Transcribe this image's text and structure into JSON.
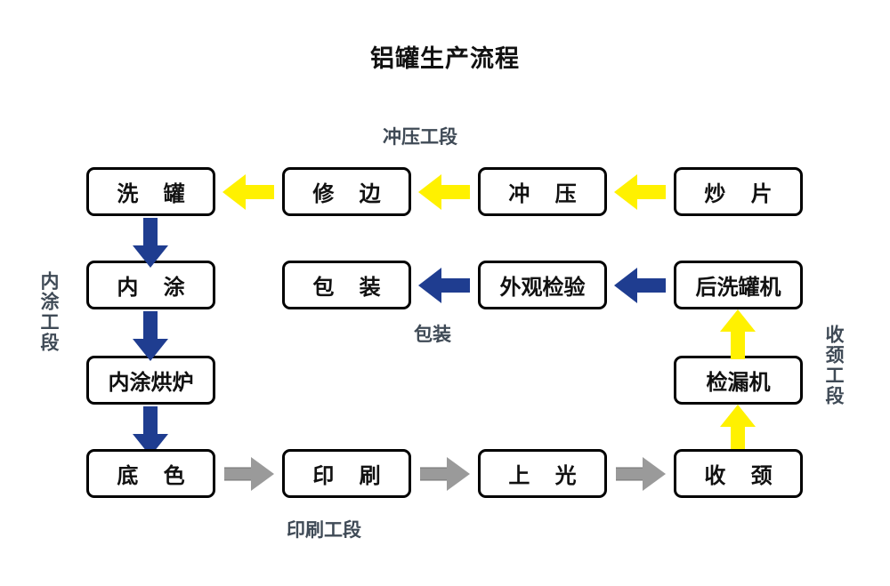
{
  "title": "铝罐生产流程",
  "colors": {
    "stamping_arrow": "#FFF100",
    "coating_arrow": "#1F3D90",
    "packaging_arrow": "#1F3D90",
    "printing_arrow": "#9A9A9A",
    "node_border": "#000000",
    "node_fill": "#FFFFFF",
    "stage_label": "#3F4A56",
    "background": "#FFFFFF"
  },
  "nodes": {
    "wash_can": "洗 罐",
    "trim": "修 边",
    "stamp": "冲 压",
    "cup_blank": "炒 片",
    "inner_coat": "内 涂",
    "pack": "包 装",
    "appearance_check": "外观检验",
    "post_washer": "后洗罐机",
    "inner_coat_oven": "内涂烘炉",
    "leak_tester": "检漏机",
    "base_color": "底 色",
    "print": "印 刷",
    "varnish": "上 光",
    "neck": "收 颈"
  },
  "stages": {
    "stamping": "冲压工段",
    "inner_coating": "内涂工段",
    "packaging": "包装",
    "necking": "收颈工段",
    "printing": "印刷工段"
  },
  "chart_data": {
    "type": "diagram",
    "title": "铝罐生产流程",
    "diagram_kind": "process-flowchart",
    "stages": [
      {
        "name": "冲压工段",
        "arrow_color": "#FFF100",
        "label_position": "top-center",
        "steps": [
          "炒 片",
          "冲 压",
          "修 边",
          "洗 罐"
        ]
      },
      {
        "name": "内涂工段",
        "arrow_color": "#1F3D90",
        "label_position": "left-vertical",
        "steps": [
          "洗 罐",
          "内 涂",
          "内涂烘炉",
          "底 色"
        ]
      },
      {
        "name": "印刷工段",
        "arrow_color": "#9A9A9A",
        "label_position": "bottom-center",
        "steps": [
          "底 色",
          "印 刷",
          "上 光",
          "收 颈"
        ]
      },
      {
        "name": "收颈工段",
        "arrow_color": "#FFF100",
        "label_position": "right-vertical",
        "steps": [
          "收 颈",
          "检漏机",
          "后洗罐机"
        ]
      },
      {
        "name": "包装",
        "arrow_color": "#1F3D90",
        "label_position": "mid-center",
        "steps": [
          "后洗罐机",
          "外观检验",
          "包 装"
        ]
      }
    ],
    "edges": [
      {
        "from": "炒 片",
        "to": "冲 压",
        "direction": "left",
        "color": "#FFF100"
      },
      {
        "from": "冲 压",
        "to": "修 边",
        "direction": "left",
        "color": "#FFF100"
      },
      {
        "from": "修 边",
        "to": "洗 罐",
        "direction": "left",
        "color": "#FFF100"
      },
      {
        "from": "洗 罐",
        "to": "内 涂",
        "direction": "down",
        "color": "#1F3D90"
      },
      {
        "from": "内 涂",
        "to": "内涂烘炉",
        "direction": "down",
        "color": "#1F3D90"
      },
      {
        "from": "内涂烘炉",
        "to": "底 色",
        "direction": "down",
        "color": "#1F3D90"
      },
      {
        "from": "底 色",
        "to": "印 刷",
        "direction": "right",
        "color": "#9A9A9A"
      },
      {
        "from": "印 刷",
        "to": "上 光",
        "direction": "right",
        "color": "#9A9A9A"
      },
      {
        "from": "上 光",
        "to": "收 颈",
        "direction": "right",
        "color": "#9A9A9A"
      },
      {
        "from": "收 颈",
        "to": "检漏机",
        "direction": "up",
        "color": "#FFF100"
      },
      {
        "from": "检漏机",
        "to": "后洗罐机",
        "direction": "up",
        "color": "#FFF100"
      },
      {
        "from": "后洗罐机",
        "to": "外观检验",
        "direction": "left",
        "color": "#1F3D90"
      },
      {
        "from": "外观检验",
        "to": "包 装",
        "direction": "left",
        "color": "#1F3D90"
      }
    ]
  }
}
